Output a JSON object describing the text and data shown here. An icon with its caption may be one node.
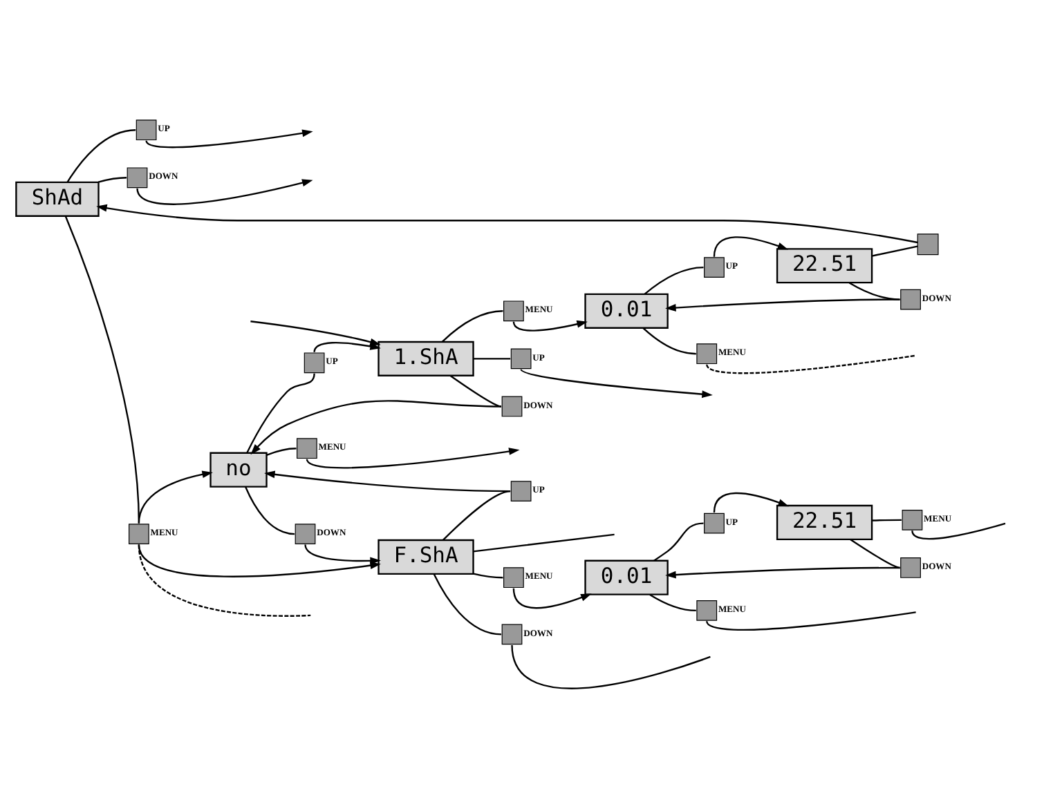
{
  "diagram": {
    "nodes": [
      {
        "text": [
          "ShAd"
        ]
      },
      {
        "text": [],
        "shape": "box",
        "beside": [
          "UP"
        ]
      },
      {
        "text": [],
        "shape": "box",
        "beside": [
          "DOWN"
        ]
      },
      {
        "text": [],
        "shape": "box",
        "beside": [
          "MENU"
        ]
      },
      {
        "text": [
          "1.ShA"
        ]
      },
      {
        "text": [],
        "shape": "box",
        "beside": [
          "UP"
        ]
      },
      {
        "text": [],
        "shape": "box",
        "beside": [
          "MENU"
        ]
      },
      {
        "text": [],
        "shape": "box",
        "beside": [
          "DOWN"
        ]
      },
      {
        "text": [],
        "shape": "box",
        "beside": [
          "UP"
        ]
      },
      {
        "text": [
          "no"
        ]
      },
      {
        "text": [],
        "shape": "box",
        "beside": [
          "MENU"
        ]
      },
      {
        "text": [],
        "shape": "box",
        "beside": [
          "DOWN"
        ]
      },
      {
        "text": [],
        "shape": "box",
        "beside": [
          "UP"
        ]
      },
      {
        "text": [
          "F.ShA"
        ]
      },
      {
        "text": [],
        "shape": "box",
        "beside": [
          "MENU"
        ]
      },
      {
        "text": [],
        "shape": "box",
        "beside": [
          "DOWN"
        ]
      },
      {
        "text": [
          "22.51"
        ]
      },
      {
        "text": [],
        "shape": "box"
      },
      {
        "text": [],
        "shape": "box",
        "beside": [
          "DOWN"
        ]
      },
      {
        "text": [],
        "shape": "box",
        "beside": [
          "UP"
        ]
      },
      {
        "text": [
          "0.01"
        ]
      },
      {
        "text": [],
        "shape": "box",
        "beside": [
          "MENU"
        ]
      },
      {
        "text": [
          "22.51"
        ]
      },
      {
        "text": [],
        "shape": "box",
        "beside": [
          "MENU"
        ]
      },
      {
        "text": [],
        "shape": "box",
        "beside": [
          "DOWN"
        ]
      },
      {
        "text": [],
        "shape": "box",
        "beside": [
          "UP"
        ]
      },
      {
        "text": [
          "0.01"
        ]
      },
      {
        "text": [],
        "shape": "box",
        "beside": [
          "MENU"
        ]
      }
    ],
    "edges": [
      {
        "from": 0,
        "to": 1,
        "arrow": "none"
      },
      {
        "from": 1,
        "to": null,
        "arrow": "to"
      },
      {
        "from": 0,
        "to": 2,
        "arrow": "none"
      },
      {
        "from": 2,
        "to": null,
        "arrow": "to"
      },
      {
        "from": 0,
        "to": 3,
        "arrow": "none"
      },
      {
        "from": 3,
        "to": 9,
        "arrow": "to"
      },
      {
        "from": 3,
        "to": 13,
        "arrow": "to"
      },
      {
        "from": 3,
        "to": null,
        "arrow": "none",
        "style": "dashed"
      },
      {
        "from": 4,
        "to": 5,
        "arrow": "none"
      },
      {
        "from": 5,
        "to": null,
        "arrow": "to"
      },
      {
        "from": null,
        "to": 4,
        "arrow": "to"
      },
      {
        "from": 4,
        "to": 6,
        "arrow": "none"
      },
      {
        "from": 6,
        "to": 20,
        "arrow": "to"
      },
      {
        "from": 4,
        "to": 7,
        "arrow": "none"
      },
      {
        "from": 7,
        "to": 9,
        "arrow": "to"
      },
      {
        "from": 9,
        "to": 8,
        "arrow": "none"
      },
      {
        "from": 8,
        "to": 4,
        "arrow": "to"
      },
      {
        "from": 9,
        "to": 10,
        "arrow": "none"
      },
      {
        "from": 10,
        "to": null,
        "arrow": "to"
      },
      {
        "from": 9,
        "to": 11,
        "arrow": "none"
      },
      {
        "from": 11,
        "to": 13,
        "arrow": "to"
      },
      {
        "from": 13,
        "to": 12,
        "arrow": "none"
      },
      {
        "from": 12,
        "to": 9,
        "arrow": "to"
      },
      {
        "from": 13,
        "to": 14,
        "arrow": "none"
      },
      {
        "from": 14,
        "to": 26,
        "arrow": "to"
      },
      {
        "from": 13,
        "to": null,
        "arrow": "none"
      },
      {
        "from": 13,
        "to": 15,
        "arrow": "none"
      },
      {
        "from": 15,
        "to": null,
        "arrow": "none"
      },
      {
        "from": 16,
        "to": 17,
        "arrow": "none"
      },
      {
        "from": 17,
        "to": 0,
        "arrow": "to"
      },
      {
        "from": 16,
        "to": 18,
        "arrow": "none"
      },
      {
        "from": 18,
        "to": 20,
        "arrow": "to"
      },
      {
        "from": 20,
        "to": 19,
        "arrow": "none"
      },
      {
        "from": 19,
        "to": 16,
        "arrow": "to"
      },
      {
        "from": 20,
        "to": 21,
        "arrow": "none"
      },
      {
        "from": 21,
        "to": null,
        "arrow": "none",
        "style": "dashed"
      },
      {
        "from": 22,
        "to": 23,
        "arrow": "none"
      },
      {
        "from": 23,
        "to": null,
        "arrow": "none"
      },
      {
        "from": 22,
        "to": 24,
        "arrow": "none"
      },
      {
        "from": 24,
        "to": 26,
        "arrow": "to"
      },
      {
        "from": 26,
        "to": 25,
        "arrow": "none"
      },
      {
        "from": 25,
        "to": 22,
        "arrow": "to"
      },
      {
        "from": 26,
        "to": 27,
        "arrow": "none"
      },
      {
        "from": 27,
        "to": null,
        "arrow": "none"
      }
    ]
  }
}
